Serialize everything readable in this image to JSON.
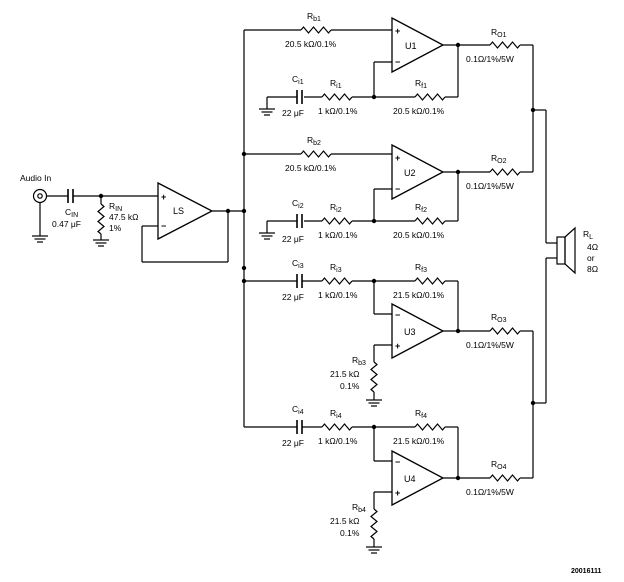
{
  "input": {
    "label": "Audio In"
  },
  "components": {
    "cin": {
      "name": "C",
      "sub": "IN",
      "value": "0.47 μF"
    },
    "rin": {
      "name": "R",
      "sub": "IN",
      "value1": "47.5 kΩ",
      "value2": "1%"
    },
    "ls": {
      "label": "LS"
    },
    "u1": {
      "label": "U1",
      "plus": "+",
      "minus": "−"
    },
    "u2": {
      "label": "U2",
      "plus": "+",
      "minus": "−"
    },
    "u3": {
      "label": "U3",
      "plus": "+",
      "minus": "−"
    },
    "u4": {
      "label": "U4",
      "plus": "+",
      "minus": "−"
    },
    "ls_pins": {
      "plus": "+",
      "minus": "−"
    },
    "rb1": {
      "name": "R",
      "sub": "b1",
      "value": "20.5 kΩ/0.1%"
    },
    "rb2": {
      "name": "R",
      "sub": "b2",
      "value": "20.5 kΩ/0.1%"
    },
    "rb3": {
      "name": "R",
      "sub": "b3",
      "value1": "21.5 kΩ",
      "value2": "0.1%"
    },
    "rb4": {
      "name": "R",
      "sub": "b4",
      "value1": "21.5 kΩ",
      "value2": "0.1%"
    },
    "ci1": {
      "name": "C",
      "sub": "i1",
      "value": "22 μF"
    },
    "ci2": {
      "name": "C",
      "sub": "i2",
      "value": "22 μF"
    },
    "ci3": {
      "name": "C",
      "sub": "i3",
      "value": "22 μF"
    },
    "ci4": {
      "name": "C",
      "sub": "i4",
      "value": "22 μF"
    },
    "ri1": {
      "name": "R",
      "sub": "i1",
      "value": "1 kΩ/0.1%"
    },
    "ri2": {
      "name": "R",
      "sub": "i2",
      "value": "1 kΩ/0.1%"
    },
    "ri3": {
      "name": "R",
      "sub": "i3",
      "value": "1 kΩ/0.1%"
    },
    "ri4": {
      "name": "R",
      "sub": "i4",
      "value": "1 kΩ/0.1%"
    },
    "rf1": {
      "name": "R",
      "sub": "f1",
      "value": "20.5 kΩ/0.1%"
    },
    "rf2": {
      "name": "R",
      "sub": "f2",
      "value": "20.5 kΩ/0.1%"
    },
    "rf3": {
      "name": "R",
      "sub": "f3",
      "value": "21.5 kΩ/0.1%"
    },
    "rf4": {
      "name": "R",
      "sub": "f4",
      "value": "21.5 kΩ/0.1%"
    },
    "ro1": {
      "name": "R",
      "sub": "O1",
      "value": "0.1Ω/1%/5W"
    },
    "ro2": {
      "name": "R",
      "sub": "O2",
      "value": "0.1Ω/1%/5W"
    },
    "ro3": {
      "name": "R",
      "sub": "O3",
      "value": "0.1Ω/1%/5W"
    },
    "ro4": {
      "name": "R",
      "sub": "O4",
      "value": "0.1Ω/1%/5W"
    },
    "rl": {
      "name": "R",
      "sub": "L",
      "value1": "4Ω",
      "value2": "or",
      "value3": "8Ω"
    }
  },
  "figure_id": "20016111"
}
